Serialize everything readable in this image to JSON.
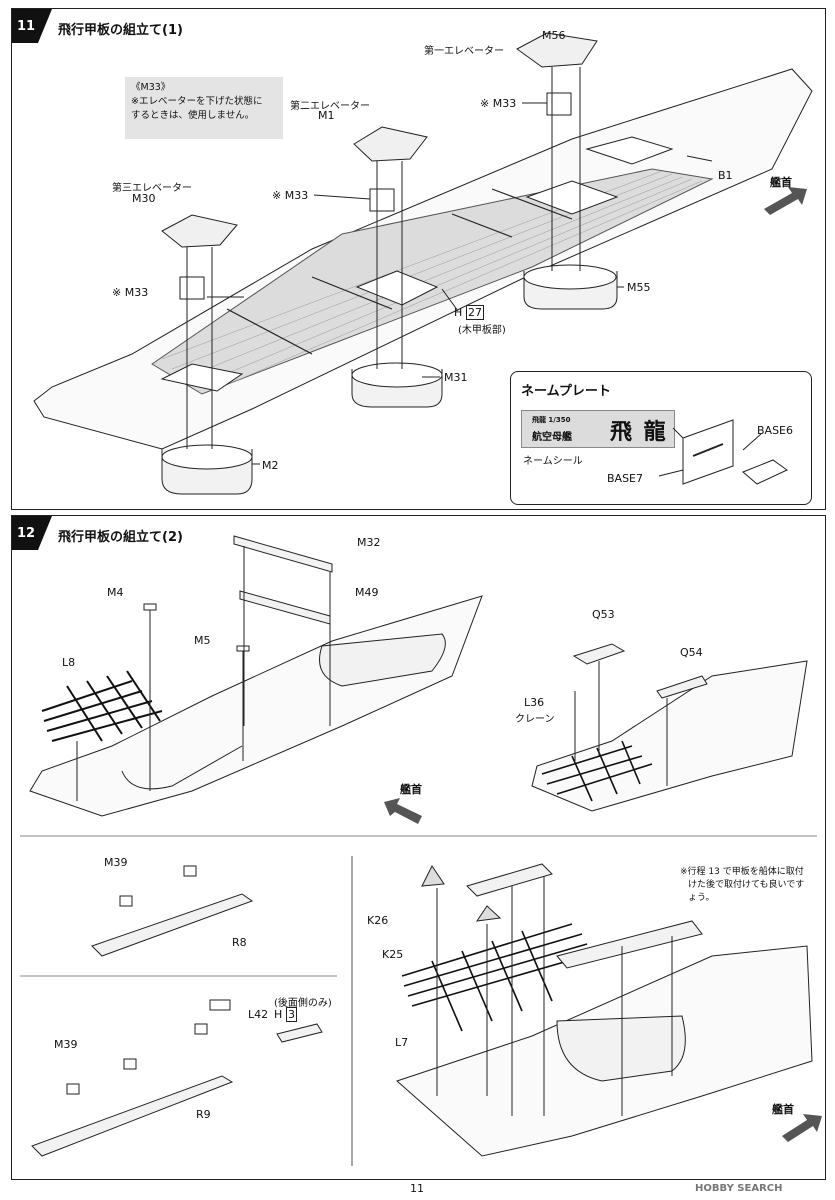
{
  "step11": {
    "number": "11",
    "title": "飛行甲板の組立て(1)",
    "note": {
      "code": "《M33》",
      "line1": "※エレベーターを下げた状態に",
      "line2": "するときは、使用しません。"
    },
    "labels": {
      "m56": "M56",
      "elev1": "第一エレベーター",
      "elev2": "第二エレベーター",
      "m1": "M1",
      "elev3": "第三エレベーター",
      "m30": "M30",
      "m33a": "※ M33",
      "m33b": "※ M33",
      "m33c": "※ M33",
      "b1": "B1",
      "bow": "艦首",
      "m55": "M55",
      "h": "H",
      "h_num": "27",
      "wood": "(木甲板部)",
      "m31": "M31",
      "m2": "M2"
    },
    "nameplate": {
      "header": "ネームプレート",
      "small": "飛龍 1/350",
      "class": "航空母艦",
      "ship": "飛 龍",
      "seal": "ネームシール",
      "base7": "BASE7",
      "base6": "BASE6"
    }
  },
  "step12": {
    "number": "12",
    "title": "飛行甲板の組立て(2)",
    "labels": {
      "m32": "M32",
      "m49": "M49",
      "m4": "M4",
      "m5": "M5",
      "l8": "L8",
      "q53": "Q53",
      "q54": "Q54",
      "l36": "L36",
      "crane": "クレーン",
      "bow1": "艦首",
      "m39a": "M39",
      "r8": "R8",
      "l42": "L42",
      "rear_only": "(後面側のみ)",
      "h": "H",
      "h_num": "3",
      "m39b": "M39",
      "r9": "R9",
      "note1": "※行程 13 で甲板を船体に取付",
      "note2": "けた後で取付けても良いです",
      "note3": "ょう。",
      "k26": "K26",
      "k25": "K25",
      "l7": "L7",
      "bow2": "艦首"
    }
  },
  "footer": {
    "page": "11",
    "logo": "HOBBY SEARCH"
  }
}
